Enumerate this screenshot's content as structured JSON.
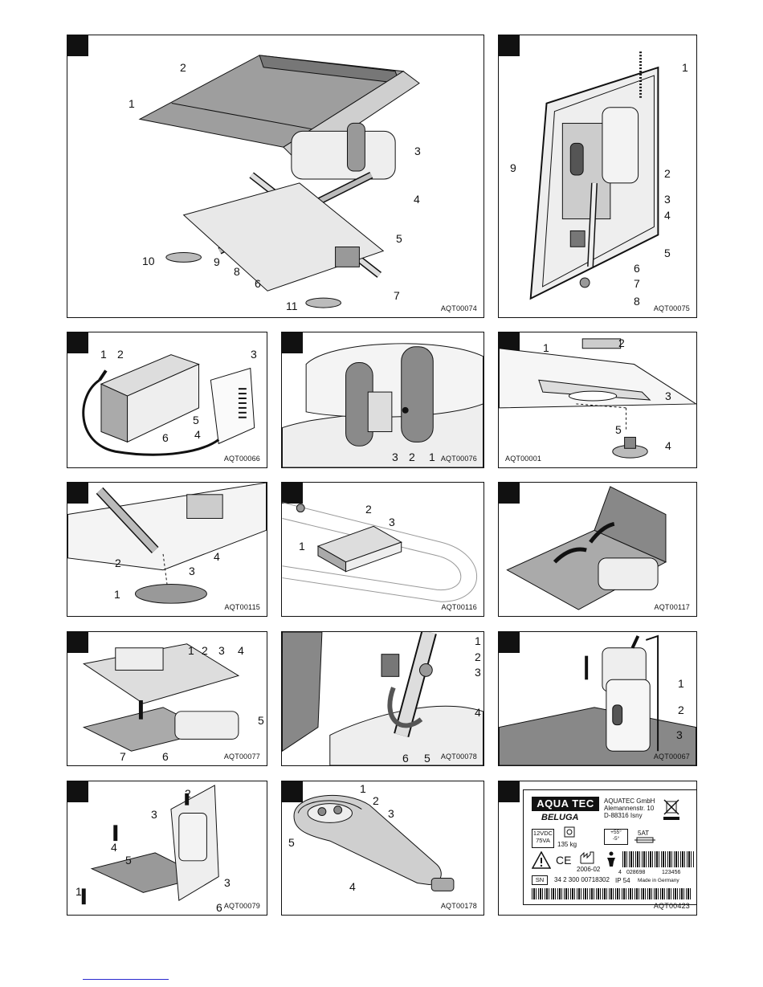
{
  "panels": [
    {
      "id": "p1",
      "code": "AQT00074",
      "labels": [
        "1",
        "2",
        "3",
        "4",
        "5",
        "6",
        "7",
        "8",
        "9",
        "10",
        "11"
      ]
    },
    {
      "id": "p2",
      "code": "AQT00075",
      "labels": [
        "1",
        "2",
        "3",
        "4",
        "5",
        "6",
        "7",
        "8",
        "9"
      ]
    },
    {
      "id": "p3",
      "code": "AQT00066",
      "labels": [
        "1",
        "2",
        "3",
        "4",
        "5",
        "6"
      ]
    },
    {
      "id": "p4",
      "code": "AQT00076",
      "labels": [
        "1",
        "2",
        "3"
      ]
    },
    {
      "id": "p5",
      "code": "AQT00001",
      "labels": [
        "1",
        "2",
        "3",
        "4",
        "5"
      ]
    },
    {
      "id": "p6",
      "code": "AQT00115",
      "labels": [
        "1",
        "2",
        "3",
        "4"
      ]
    },
    {
      "id": "p7",
      "code": "AQT00116",
      "labels": [
        "1",
        "2",
        "3"
      ]
    },
    {
      "id": "p8",
      "code": "AQT00117",
      "labels": []
    },
    {
      "id": "p9",
      "code": "AQT00077",
      "labels": [
        "1",
        "2",
        "3",
        "4",
        "5",
        "6",
        "7"
      ]
    },
    {
      "id": "p10",
      "code": "AQT00078",
      "labels": [
        "1",
        "2",
        "3",
        "4",
        "5",
        "6"
      ]
    },
    {
      "id": "p11",
      "code": "AQT00067",
      "labels": [
        "1",
        "2",
        "3"
      ]
    },
    {
      "id": "p12",
      "code": "AQT00079",
      "labels": [
        "1",
        "2",
        "3",
        "3",
        "4",
        "5",
        "6"
      ]
    },
    {
      "id": "p13",
      "code": "AQT00178",
      "labels": [
        "1",
        "2",
        "3",
        "4",
        "5"
      ]
    },
    {
      "id": "p14",
      "code": "AQT00423"
    }
  ],
  "label_plate": {
    "brand": "AQUA TEC",
    "model": "BELUGA",
    "company": "AQUATEC GmbH",
    "street": "Alemannenstr. 10",
    "city": "D-88316 Isny",
    "voltage": "12VDC",
    "power": "75VA",
    "max_load": "135 kg",
    "temp_hi": "+55°",
    "temp_lo": "-5°",
    "fuse": "5AT",
    "ce": "CE",
    "date": "2006-02",
    "ip": "IP 54",
    "made_in": "Made in Germany",
    "sn_label": "SN",
    "serial": "34 2 300 00718302",
    "ean_a": "4",
    "ean_b": "028698",
    "ean_c": "123456"
  },
  "colors": {
    "line": "#111111",
    "grey": "#bdbdbd",
    "light": "#e6e6e6",
    "dark": "#7a7a7a"
  }
}
